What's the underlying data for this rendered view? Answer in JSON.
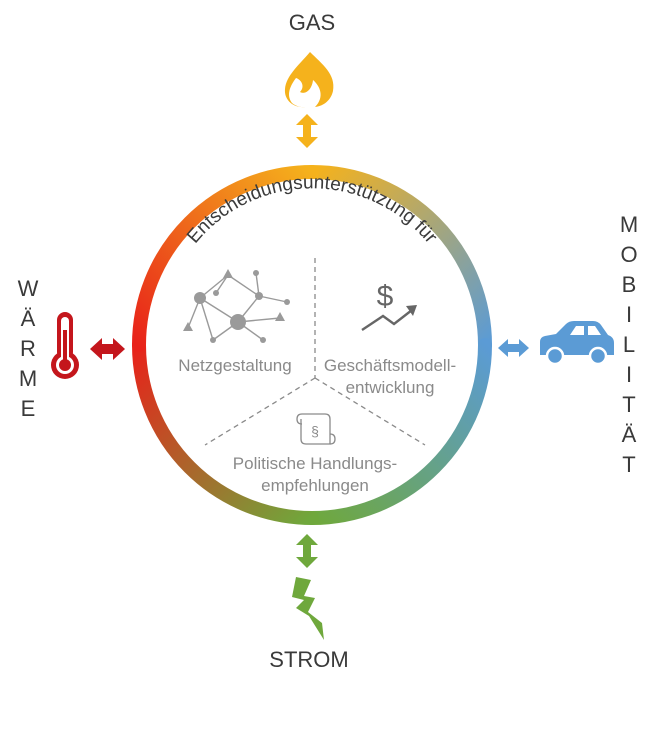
{
  "gas": {
    "label": "GAS",
    "color": "#F5B21C",
    "icon": "flame-icon"
  },
  "strom": {
    "label": "STROM",
    "color": "#6FA83C",
    "icon": "lightning-icon"
  },
  "waerme": {
    "letters": [
      "W",
      "Ä",
      "R",
      "M",
      "E"
    ],
    "color": "#C4161C",
    "icon": "thermometer-icon"
  },
  "mobilitaet": {
    "letters": [
      "M",
      "O",
      "B",
      "I",
      "L",
      "I",
      "T",
      "Ä",
      "T"
    ],
    "color": "#5B9BD5",
    "icon": "car-icon"
  },
  "circle": {
    "arc_title": "Entscheidungsunterstützung für",
    "colors": {
      "top": "#F5B21C",
      "right": "#5B9BD5",
      "bottom": "#6FA83C",
      "left": "#E8221A"
    }
  },
  "segments": {
    "netz": {
      "label": "Netzgestaltung",
      "icon": "network-icon"
    },
    "geschaeft": {
      "line1": "Geschäftsmodell-",
      "line2": "entwicklung",
      "icon": "dollar-growth-icon"
    },
    "politik": {
      "line1": "Politische Handlungs-",
      "line2": "empfehlungen",
      "icon": "paragraph-scroll-icon"
    }
  }
}
